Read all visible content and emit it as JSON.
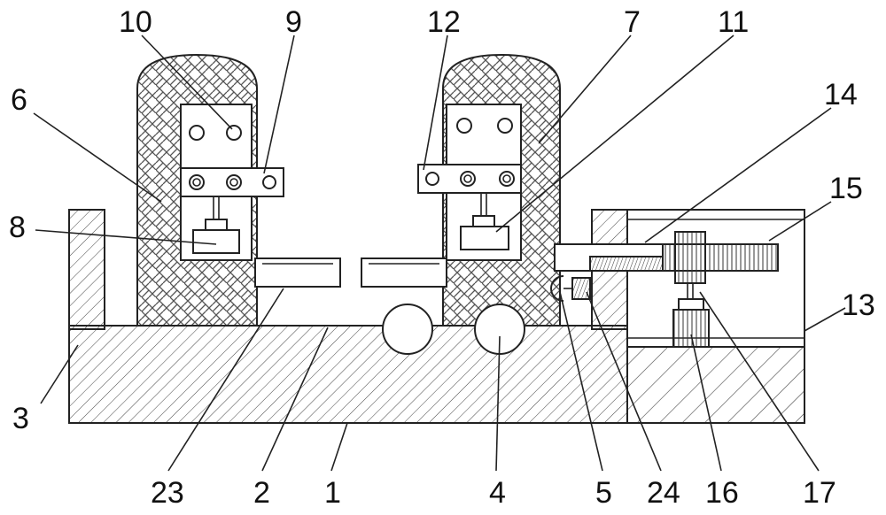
{
  "labels": {
    "l1": "1",
    "l2": "2",
    "l3": "3",
    "l4": "4",
    "l5": "5",
    "l6": "6",
    "l7": "7",
    "l8": "8",
    "l9": "9",
    "l10": "10",
    "l11": "11",
    "l12": "12",
    "l13": "13",
    "l14": "14",
    "l15": "15",
    "l16": "16",
    "l17": "17",
    "l23": "23",
    "l24": "24"
  }
}
